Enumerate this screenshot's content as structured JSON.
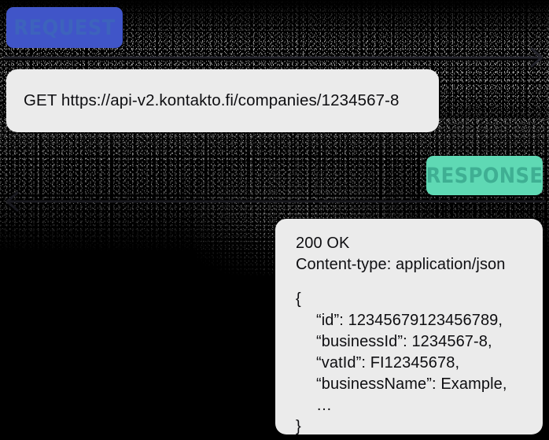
{
  "diagram": {
    "background_color": "#000000",
    "card_color": "#EBEBEB",
    "request": {
      "badge_label": "REQUEST",
      "badge_bg": "#4055C8",
      "badge_text_color": "#3D63BC",
      "url": "GET https://api-v2.kontakto.fi/companies/1234567-8",
      "arrow_direction": "right",
      "arrow_color": "#26262E"
    },
    "response": {
      "badge_label": "RESPONSE",
      "badge_bg": "#5FD9B4",
      "badge_text_color": "#3FAF93",
      "arrow_direction": "left",
      "arrow_color": "#1A1A20",
      "status_line": "200 OK",
      "content_type_line": "Content-type: application/json",
      "body_lines": [
        "{",
        "\"id\": 12345679123456789,",
        "\"businessId\": 1234567-8,",
        "\"vatId\": FI12345678,",
        "\"businessName\": Example,",
        "...",
        "}"
      ],
      "body": {
        "open_brace": "{",
        "id": "“id”: 12345679123456789,",
        "businessId": "“businessId”: 1234567-8,",
        "vatId": "“vatId”: FI12345678,",
        "businessName": "“businessName”: Example,",
        "ellipsis": "…",
        "close_brace": "}"
      }
    }
  }
}
